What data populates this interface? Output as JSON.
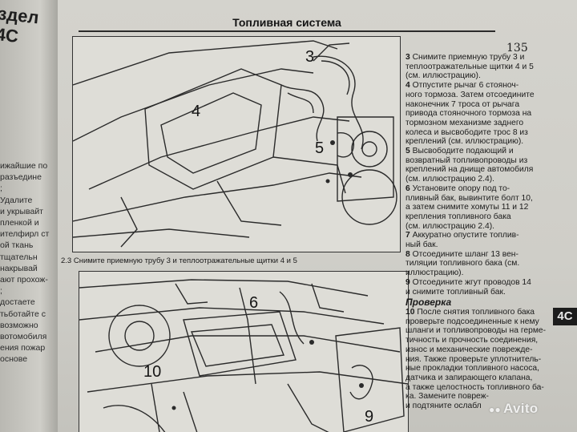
{
  "left_page": {
    "chapter_fragment": "здел 4С",
    "lines": [
      "ижайшие по",
      "разъедине",
      ";",
      "Удалите",
      "и укрывайт",
      "пленкой и",
      "ителфирл ст",
      "ой ткань",
      "тщательн",
      "накрывай",
      "ают прохож-",
      ";",
      "достаете",
      "тьботайте с",
      "возможно",
      "вотомобиля",
      "ения пожар",
      "основе"
    ]
  },
  "header": {
    "title": "Топливная система"
  },
  "page_number": "135",
  "figures": {
    "top_caption": "2.3 Снимите приемную трубу 3 и теплоотражательные щитки 4 и 5",
    "top_callouts": [
      "3",
      "4",
      "5"
    ],
    "bottom_callouts": [
      "6",
      "10",
      "9"
    ]
  },
  "text_column": [
    {
      "num": "3",
      "lines": [
        "Снимите приемную трубу 3 и",
        "теплоотражательные щитки 4 и 5",
        "(см. иллюстрацию)."
      ]
    },
    {
      "num": "4",
      "lines": [
        "Отпустите рычаг 6 стояноч-",
        "ного тормоза. Затем отсоедините",
        "наконечник 7 троса от рычага",
        "привода стояночного тормоза на",
        "тормозном механизме заднего",
        "колеса и высвободите трос 8 из",
        "креплений (см. иллюстрацию)."
      ]
    },
    {
      "num": "5",
      "lines": [
        "Высвободите подающий и",
        "возвратный топливопроводы из",
        "креплений на днище автомобиля",
        "(см. иллюстрацию 2.4)."
      ]
    },
    {
      "num": "6",
      "lines": [
        "Установите опору под то-",
        "пливный бак, вывинтите болт 10,",
        "а затем снимите хомуты 11 и 12",
        "крепления топливного бака",
        "(см. иллюстрацию 2.4)."
      ]
    },
    {
      "num": "7",
      "lines": [
        "Аккуратно опустите топлив-",
        "ный бак."
      ]
    },
    {
      "num": "8",
      "lines": [
        "Отсоедините шланг 13 вен-",
        "тиляции топливного бака (см.",
        "иллюстрацию)."
      ]
    },
    {
      "num": "9",
      "lines": [
        "Отсоедините жгут проводов 14",
        "и снимите топливный бак."
      ]
    }
  ],
  "section": {
    "heading": "Проверка",
    "num": "10",
    "lines": [
      "После снятия топливного бака",
      "проверьте подсоединенные к нему",
      "шланги и топливопроводы на герме-",
      "тичность и прочность соединения,",
      "износ и механические поврежде-",
      "ния. Также проверьте уплотнитель-",
      "ные прокладки топливного насоса,",
      "датчика и запирающего клапана,",
      "а также целостность топливного ба-",
      "ка. Замените повреж-",
      "и подтяните ослабл"
    ]
  },
  "chapter_tab": "4C",
  "watermark": "Avito"
}
